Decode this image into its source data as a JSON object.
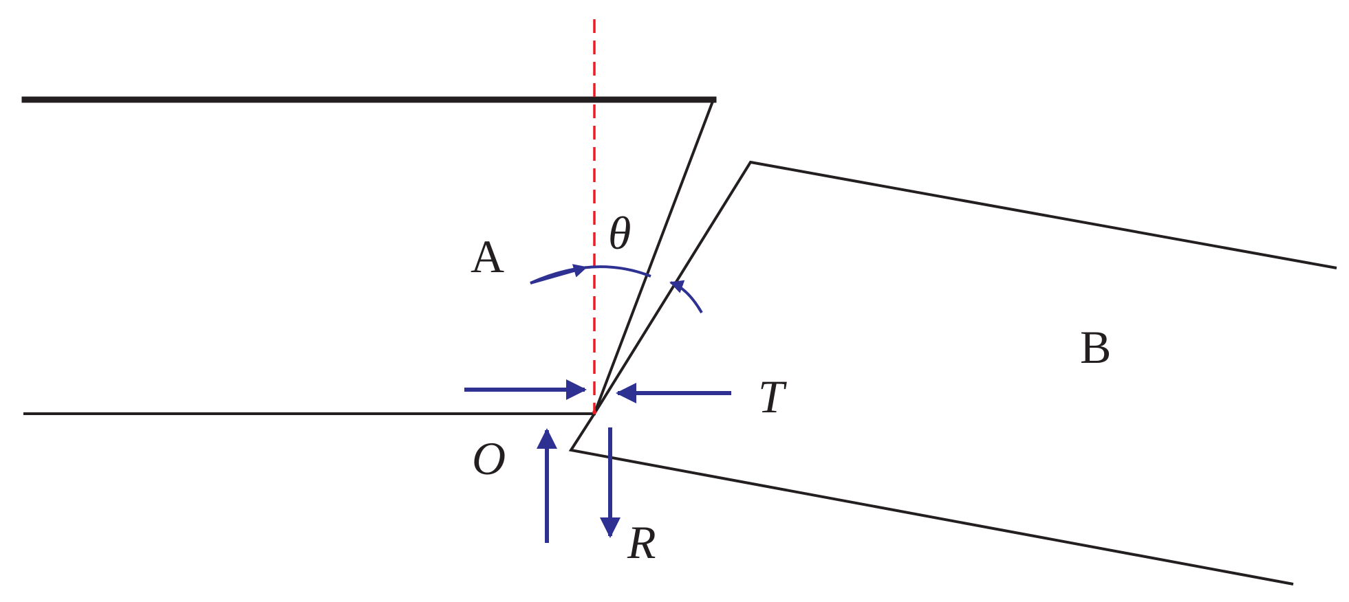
{
  "labels": {
    "block_a": "A",
    "block_b": "B",
    "angle": "θ",
    "thrust": "T",
    "pivot": "O",
    "reaction": "R"
  },
  "colors": {
    "outline": "#231f20",
    "force_arrow": "#2e3192",
    "reference_line": "#ed1c24"
  }
}
